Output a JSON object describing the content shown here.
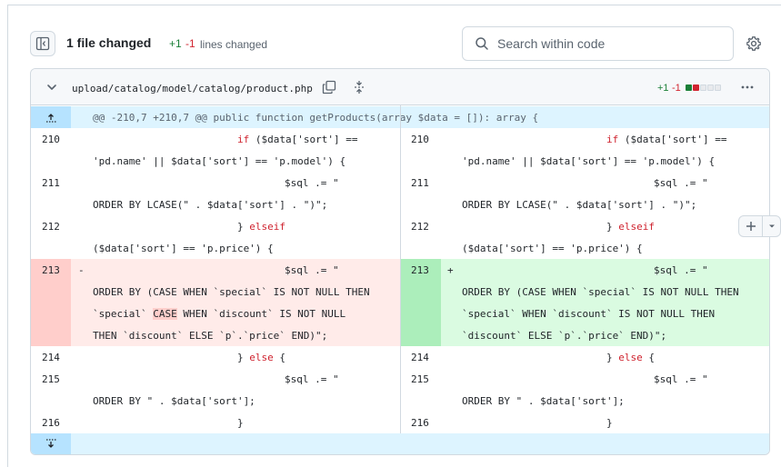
{
  "toolbar": {
    "files_changed": "1 file changed",
    "additions": "+1",
    "deletions": "-1",
    "lines_changed": "lines changed",
    "search_placeholder": "Search within code"
  },
  "file": {
    "path": "upload/catalog/model/catalog/product.php",
    "additions": "+1",
    "deletions": "-1",
    "diffstat_blocks": [
      "added",
      "removed",
      "neutral",
      "neutral",
      "neutral"
    ]
  },
  "hunk_header": "@@ -210,7 +210,7 @@ public function getProducts(array $data = []): array {",
  "lines": {
    "l210a": "210",
    "l210b": "210",
    "l211a": "211",
    "l211b": "211",
    "l212a": "212",
    "l212b": "212",
    "l213a": "213",
    "l213b": "213",
    "l214a": "214",
    "l214b": "214",
    "l215a": "215",
    "l215b": "215",
    "l216a": "216",
    "l216b": "216"
  },
  "code": {
    "c210_1_pre": "if ($data['sort'] ==",
    "c210_1_kw": "if",
    "c210_1_rest": " ($data['sort'] ==",
    "c210_2": "'pd.name' || $data['sort'] == 'p.model') {",
    "c211_1": "$sql .= \"",
    "c211_2": "ORDER BY LCASE(\" . $data['sort'] . \")\";",
    "c212_1_pre": "} ",
    "c212_1_kw": "elseif",
    "c212_2": "($data['sort'] == 'p.price') {",
    "del_marker": "-",
    "add_marker": "+",
    "c213_1": "$sql .= \"",
    "c213_del_2": "ORDER BY (CASE WHEN `special` IS NOT NULL THEN",
    "c213_del_3a": "`special` ",
    "c213_del_3b": "CASE",
    "c213_del_3c": " WHEN `discount` IS NOT NULL",
    "c213_del_4": "THEN `discount` ELSE `p`.`price` END)\";",
    "c213_add_2": "ORDER BY (CASE WHEN `special` IS NOT NULL THEN",
    "c213_add_3": "`special` WHEN `discount` IS NOT NULL THEN",
    "c213_add_4": "`discount` ELSE `p`.`price` END)\";",
    "c214_pre": "} ",
    "c214_kw": "else",
    "c214_post": " {",
    "c215_1": "$sql .= \"",
    "c215_2": "ORDER BY \" . $data['sort'];",
    "c216": "}"
  },
  "colors": {
    "addition": "#1a7f37",
    "deletion": "#d1242f",
    "keyword": "#cf222e",
    "hunk_bg": "#ddf4ff",
    "del_bg": "#ffebe9",
    "add_bg": "#dafbe1"
  }
}
